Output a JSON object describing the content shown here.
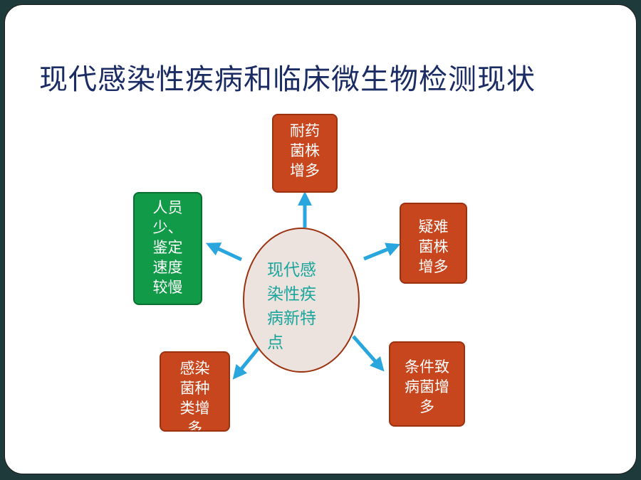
{
  "title": "现代感染性疾病和临床微生物检测现状",
  "colors": {
    "title": "#1a2c63",
    "orange_box": "#c8461d",
    "green_box": "#119a47",
    "center_fill": "#ece3de",
    "center_text": "#1aa59c",
    "arrow": "#2aa6df"
  },
  "center": {
    "lines": [
      "现代感",
      "染性疾",
      "病新特",
      "点"
    ]
  },
  "nodes": {
    "top": {
      "lines": [
        "耐药",
        "菌株",
        "增多"
      ]
    },
    "right_upper": {
      "lines": [
        "疑难",
        "菌株",
        "增多"
      ]
    },
    "right_lower": {
      "lines": [
        "条件致",
        "病菌增",
        "多"
      ]
    },
    "left_lower": {
      "lines": [
        "感染",
        "菌种",
        "类增",
        "多"
      ]
    },
    "left_upper": {
      "lines": [
        "人员",
        "少、",
        "鉴定",
        "速度",
        "较慢"
      ]
    }
  }
}
